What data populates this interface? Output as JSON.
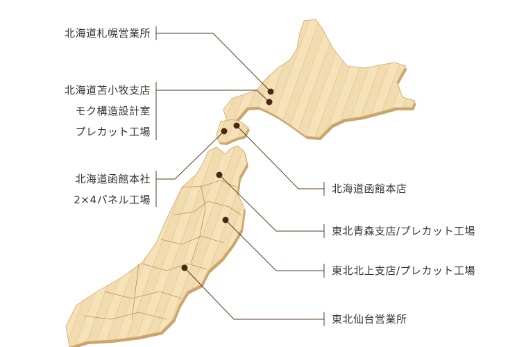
{
  "locations": {
    "sapporo": {
      "lines": [
        "北海道札幌営業所"
      ]
    },
    "tomakomai": {
      "lines": [
        "北海道苫小牧支店",
        "モク構造設計室",
        "プレカット工場"
      ]
    },
    "hakodate_hq": {
      "lines": [
        "北海道函館本社",
        "2×4パネル工場"
      ]
    },
    "hakodate_store": {
      "lines": [
        "北海道函館本店"
      ]
    },
    "aomori": {
      "lines": [
        "東北青森支店/プレカット工場"
      ]
    },
    "kitakami": {
      "lines": [
        "東北北上支店/プレカット工場"
      ]
    },
    "sendai": {
      "lines": [
        "東北仙台営業所"
      ]
    }
  },
  "colors": {
    "wood_light": "#f6e2b8",
    "wood_mid": "#ead0a0",
    "wood_edge": "#c9a56c",
    "line": "#5a3a22",
    "marker": "#4a2512"
  }
}
